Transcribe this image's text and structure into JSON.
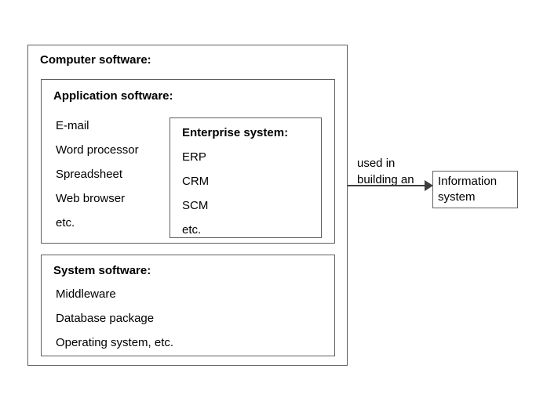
{
  "outer": {
    "title": "Computer software:"
  },
  "application": {
    "title": "Application software:",
    "items": [
      "E-mail",
      "Word processor",
      "Spreadsheet",
      "Web browser",
      "etc."
    ]
  },
  "enterprise": {
    "title": "Enterprise system:",
    "items": [
      "ERP",
      "CRM",
      "SCM",
      "etc."
    ]
  },
  "system": {
    "title": "System software:",
    "items": [
      "Middleware",
      "Database package",
      "Operating system, etc."
    ]
  },
  "arrow": {
    "label": "used in building an"
  },
  "info": {
    "label": "Information system"
  }
}
